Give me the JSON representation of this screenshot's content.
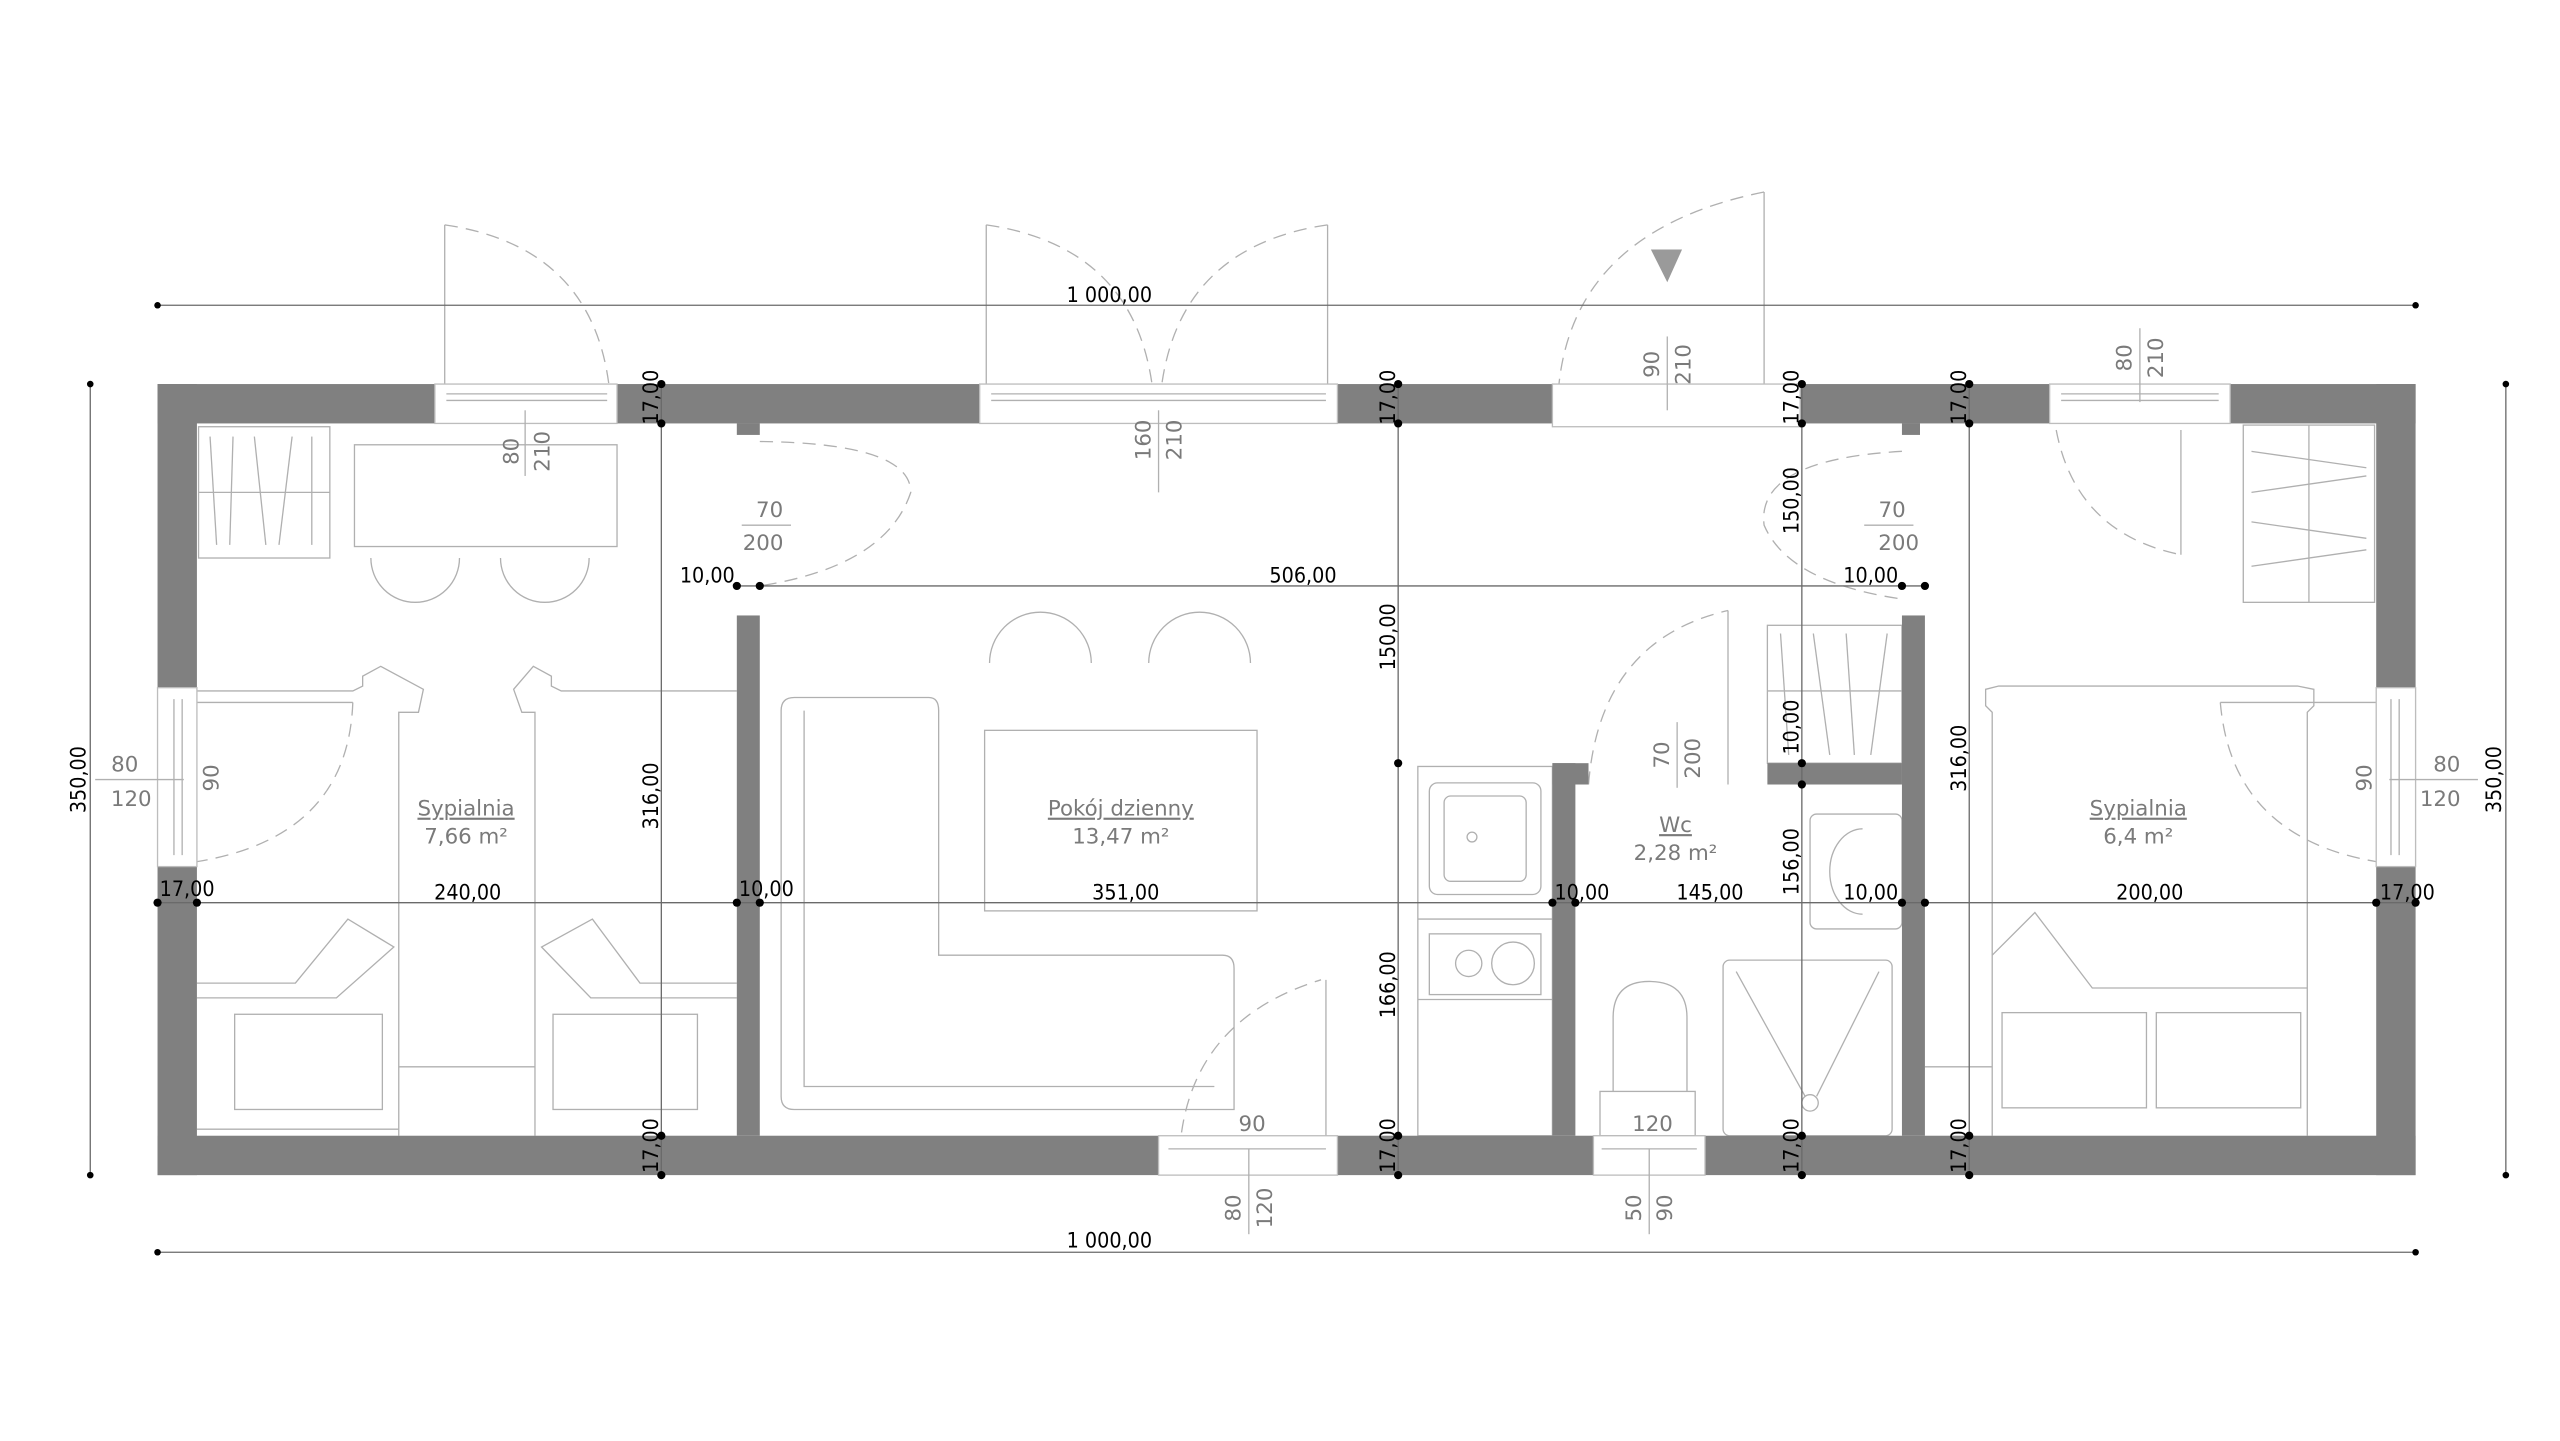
{
  "colors": {
    "wall": "#808080",
    "dimension": "#000000",
    "annotation": "#7a7a7a"
  },
  "rooms": [
    {
      "name": "Sypialnia",
      "area": "7,66 m²"
    },
    {
      "name": "Pokój dzienny",
      "area": "13,47 m²"
    },
    {
      "name": "Wc",
      "area": "2,28 m²"
    },
    {
      "name": "Sypialnia",
      "area": "6,4 m²"
    }
  ],
  "dimensions": {
    "overall_width_top": "1 000,00",
    "overall_width_bottom": "1 000,00",
    "overall_depth_left": "350,00",
    "overall_depth_right": "350,00",
    "middle_row": [
      "17,00",
      "240,00",
      "10,00",
      "351,00",
      "10,00",
      "145,00",
      "10,00",
      "200,00",
      "17,00"
    ],
    "hall_row": [
      "10,00",
      "506,00",
      "10,00"
    ],
    "col_a": [
      "17,00",
      "316,00",
      "17,00"
    ],
    "col_b": [
      "17,00",
      "150,00",
      "166,00",
      "17,00"
    ],
    "col_c": [
      "17,00",
      "150,00",
      "10,00",
      "156,00",
      "17,00"
    ],
    "col_d": [
      "17,00",
      "316,00",
      "17,00"
    ]
  },
  "openings": {
    "bedroom1_window_top": [
      "80",
      "210"
    ],
    "bedroom1_door": [
      "70",
      "200"
    ],
    "living_window_top": [
      "160",
      "210"
    ],
    "entrance_door": [
      "90",
      "210"
    ],
    "bedroom2_door": [
      "70",
      "200"
    ],
    "bedroom2_window_top": [
      "80",
      "210"
    ],
    "left_window": [
      "80",
      "120",
      "90"
    ],
    "right_window": [
      "80",
      "120",
      "90"
    ],
    "living_window_bottom": [
      "90",
      "80",
      "120"
    ],
    "wc_door": [
      "70",
      "200"
    ],
    "wc_window_bottom": [
      "120",
      "50",
      "90"
    ]
  }
}
